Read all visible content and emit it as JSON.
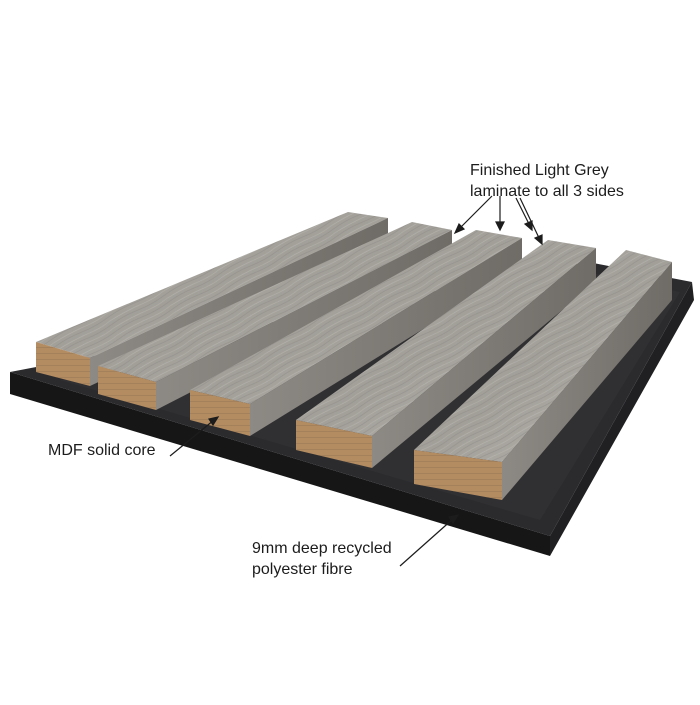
{
  "annotations": {
    "laminate": {
      "line1": "Finished Light Grey",
      "line2": "laminate to all 3 sides"
    },
    "core": {
      "text": "MDF solid core"
    },
    "backing": {
      "line1": "9mm deep recycled",
      "line2": "polyester fibre"
    }
  },
  "colors": {
    "background": "#ffffff",
    "felt": "#1e1e20",
    "laminate_top": "#a9a6a0",
    "laminate_side": "#7f7b76",
    "mdf_end": "#b38c62",
    "label_text": "#1c1c1c"
  }
}
